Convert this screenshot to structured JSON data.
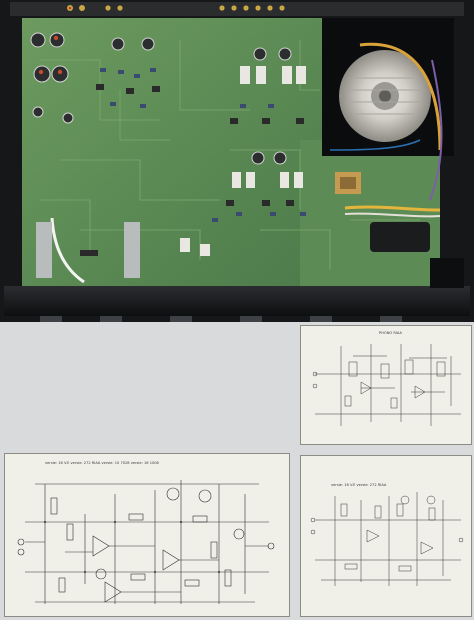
{
  "photo": {
    "description_free": true,
    "colors": {
      "chassis": "#1a1c1e",
      "pcb": "#5f8f57",
      "pcb_dark": "#3f6b3e",
      "transformer": "#c9c7c2",
      "copper_tape": "#c99a4a",
      "heatsink": "#bfc3c4"
    }
  },
  "schematics": {
    "upper_right": {
      "header": "PHONO RIAA"
    },
    "lower_left": {
      "header": "versie: 16 V.E  versie: 272 RIAA  versie: 10 7028  versie: 16 1008"
    },
    "lower_right": {
      "header": "versie: 16 V.E  versie: 272 RIAA"
    }
  }
}
